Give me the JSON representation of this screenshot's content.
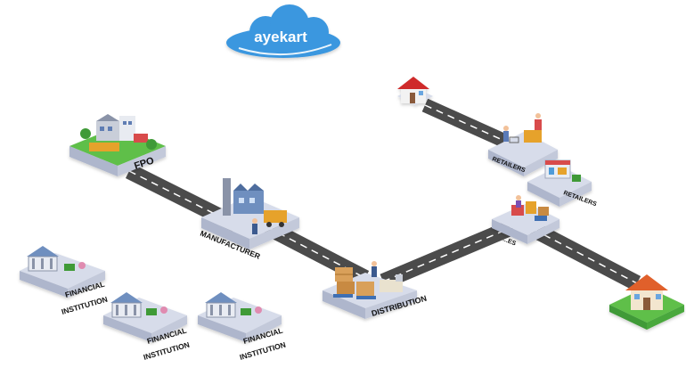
{
  "logo": {
    "text": "ayekart"
  },
  "nodes": {
    "fpo": {
      "label": "FPO"
    },
    "manufacturer": {
      "label": "MANUFACTURER"
    },
    "distribution": {
      "label": "DISTRIBUTION"
    },
    "wholesale": {
      "label": "...ES"
    },
    "retailers_top": {
      "label": "RETAILERS"
    },
    "retailers_mid": {
      "label": "RETAILERS"
    }
  },
  "financial": [
    {
      "line1": "FINANCIAL",
      "line2": "INSTITUTION"
    },
    {
      "line1": "FINANCIAL",
      "line2": "INSTITUTION"
    },
    {
      "line1": "FINANCIAL",
      "line2": "INSTITUTION"
    }
  ],
  "colors": {
    "cloud": "#3b97df",
    "platform_top": "#d7dcea",
    "platform_side": "#aeb6cc",
    "road": "#4b4b4b",
    "road_line": "#ffffff",
    "house_roof": "#cf2a2a",
    "grass": "#5fbf4a"
  },
  "icons": {
    "fpo": "farm-icon",
    "manufacturer": "factory-icon",
    "distribution": "warehouse-icon",
    "wholesale": "wholesale-icon",
    "retailers": "shop-icon",
    "house": "house-icon",
    "financial": "bank-icon"
  }
}
